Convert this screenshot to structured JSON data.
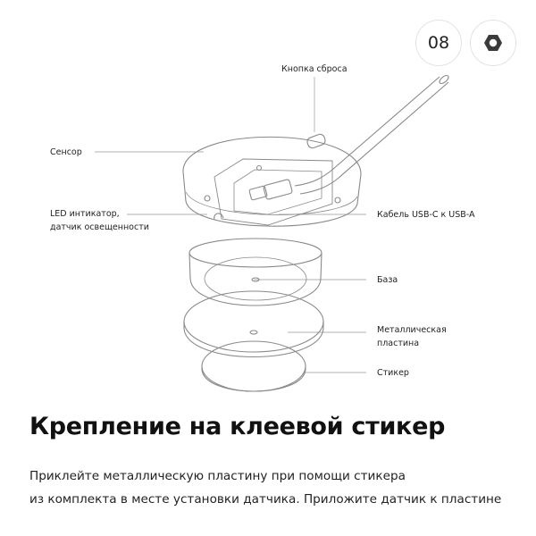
{
  "badge": {
    "number": "08",
    "icon": "hexagon-icon"
  },
  "labels": {
    "reset_button": "Кнопка сброса",
    "sensor": "Сенсор",
    "led_line1": "LED интикатор,",
    "led_line2": "датчик освещенности",
    "cable": "Кабель USB-C к USB-A",
    "base": "База",
    "plate_line1": "Металлическая",
    "plate_line2": "пластина",
    "sticker": "Стикер"
  },
  "title": "Крепление на клеевой стикер",
  "description": {
    "line1": "Приклейте металлическую пластину при помощи стикера",
    "line2": "из комплекта в месте установки датчика. Приложите датчик к пластине"
  },
  "colors": {
    "line": "#8a8a8a",
    "leader": "#a8a8a8",
    "text": "#222222"
  }
}
